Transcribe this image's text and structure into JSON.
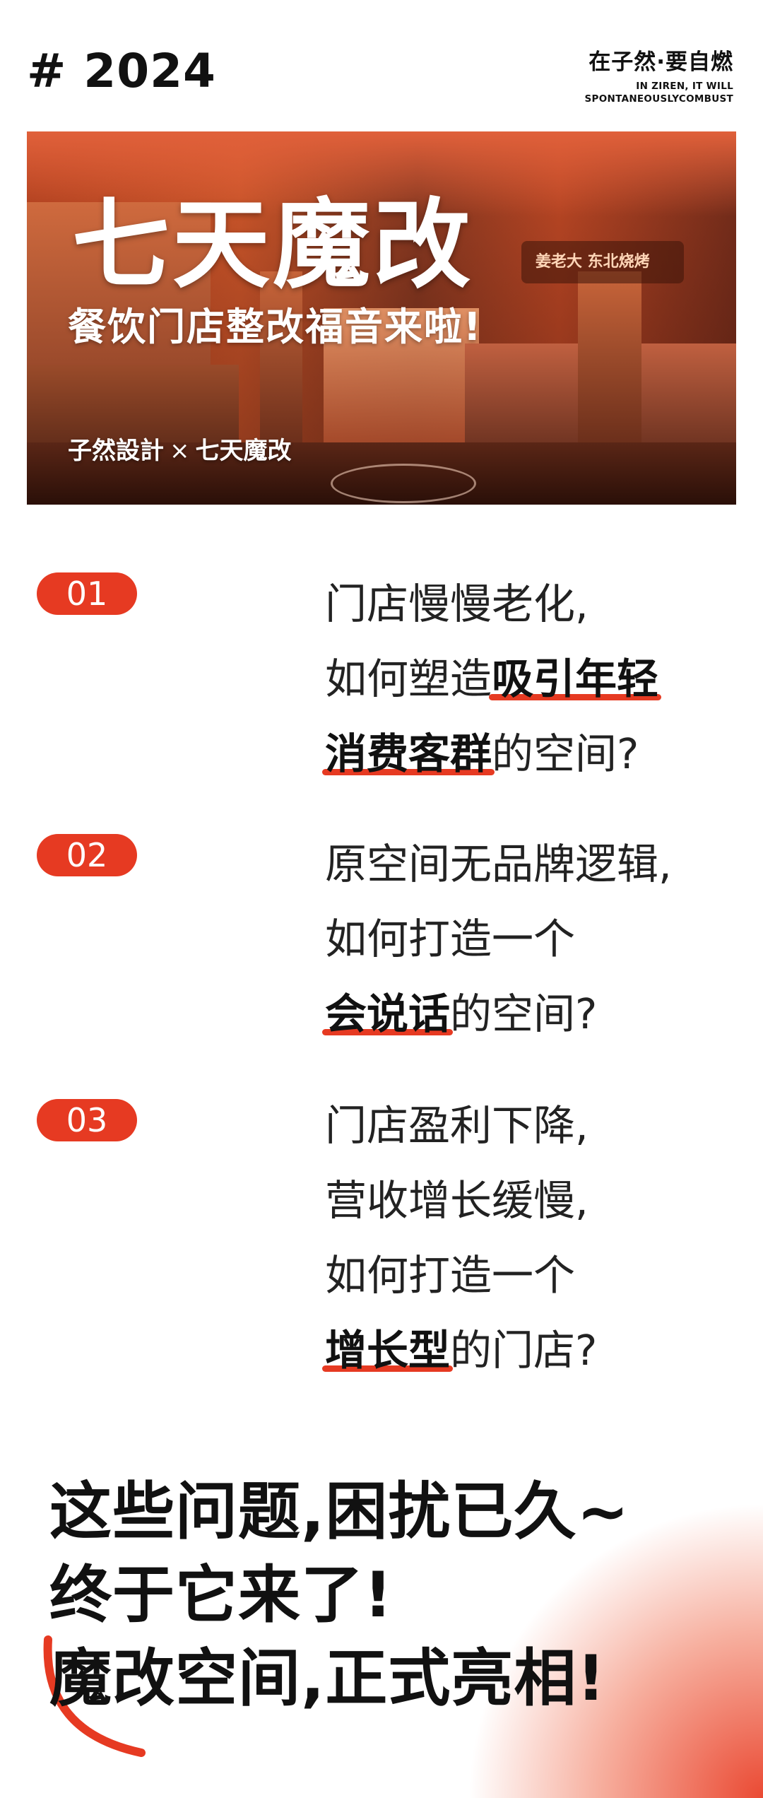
{
  "header": {
    "tag": "# 2024",
    "brand_cn": "在子然·要自燃",
    "brand_en_line1": "IN ZIREN, IT WILL",
    "brand_en_line2": "SPONTANEOUSLYCOMBUST"
  },
  "banner": {
    "title": "七天魔改",
    "subtitle": "餐饮门店整改福音来啦!",
    "collab_left": "子然設計",
    "collab_x": "×",
    "collab_right": "七天魔改",
    "sign_text": "姜老大 东北烧烤"
  },
  "items": [
    {
      "number": "01",
      "lines": [
        {
          "plain_before": "门店慢慢老化,",
          "highlight": "",
          "plain_after": ""
        },
        {
          "plain_before": "如何塑造",
          "highlight": "吸引年轻",
          "plain_after": ""
        },
        {
          "plain_before": "",
          "highlight": "消费客群",
          "plain_after": "的空间?"
        }
      ]
    },
    {
      "number": "02",
      "lines": [
        {
          "plain_before": "原空间无品牌逻辑,",
          "highlight": "",
          "plain_after": ""
        },
        {
          "plain_before": "如何打造一个",
          "highlight": "",
          "plain_after": ""
        },
        {
          "plain_before": "",
          "highlight": "会说话",
          "plain_after": "的空间?"
        }
      ]
    },
    {
      "number": "03",
      "lines": [
        {
          "plain_before": "门店盈利下降,",
          "highlight": "",
          "plain_after": ""
        },
        {
          "plain_before": "营收增长缓慢,",
          "highlight": "",
          "plain_after": ""
        },
        {
          "plain_before": "如何打造一个",
          "highlight": "",
          "plain_after": ""
        },
        {
          "plain_before": "",
          "highlight": "增长型",
          "plain_after": "的门店?"
        }
      ]
    }
  ],
  "closing": {
    "line1": "这些问题,困扰已久~",
    "line2": "终于它来了!",
    "line3": "魔改空间,正式亮相!"
  },
  "colors": {
    "accent": "#e63a22",
    "text": "#111111",
    "background": "#ffffff"
  }
}
